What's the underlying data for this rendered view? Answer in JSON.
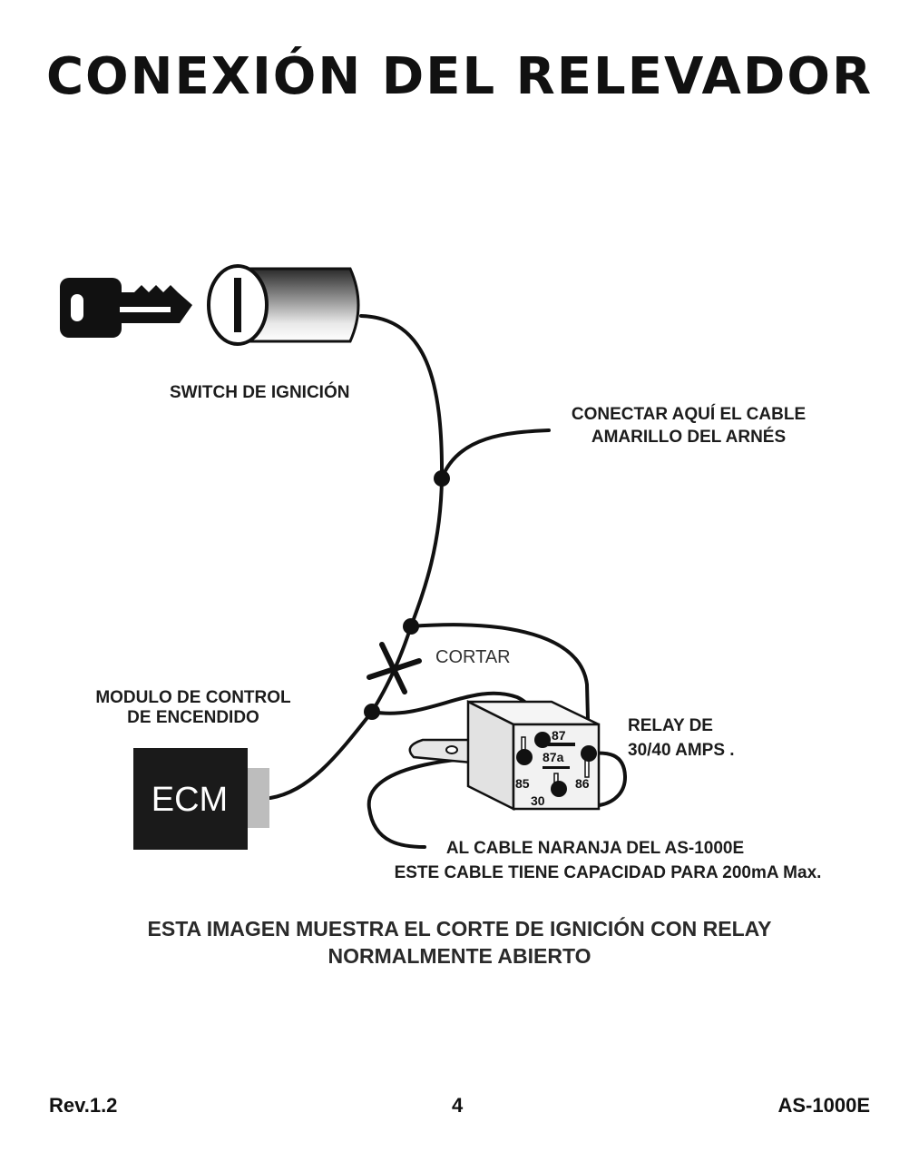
{
  "title": "CONEXIÓN DEL RELEVADOR",
  "labels": {
    "switch": "SWITCH DE IGNICIÓN",
    "connect_line1": "CONECTAR AQUÍ EL CABLE",
    "connect_line2": "AMARILLO DEL ARNÉS",
    "cortar": "CORTAR",
    "module_line1": "MODULO DE CONTROL",
    "module_line2": "DE ENCENDIDO",
    "ecm": "ECM",
    "relay_line1": "RELAY DE",
    "relay_line2": "30/40 AMPS .",
    "orange_line1": "AL CABLE NARANJA DEL AS-1000E",
    "orange_line2": "ESTE CABLE TIENE CAPACIDAD PARA 200mA Max."
  },
  "relay_pins": {
    "p87": "87",
    "p87a": "87a",
    "p85": "85",
    "p86": "86",
    "p30": "30"
  },
  "caption": {
    "line1": "ESTA IMAGEN MUESTRA EL  CORTE DE IGNICIÓN CON  RELAY",
    "line2": "NORMALMENTE ABIERTO"
  },
  "footer": {
    "revision": "Rev.1.2",
    "page": "4",
    "model": "AS-1000E"
  },
  "colors": {
    "ink": "#111111",
    "ecm_block": "#1a1a1a",
    "connector": "#bdbdbd",
    "relay_face": "#f2f2f2",
    "relay_side": "#e2e2e2"
  }
}
